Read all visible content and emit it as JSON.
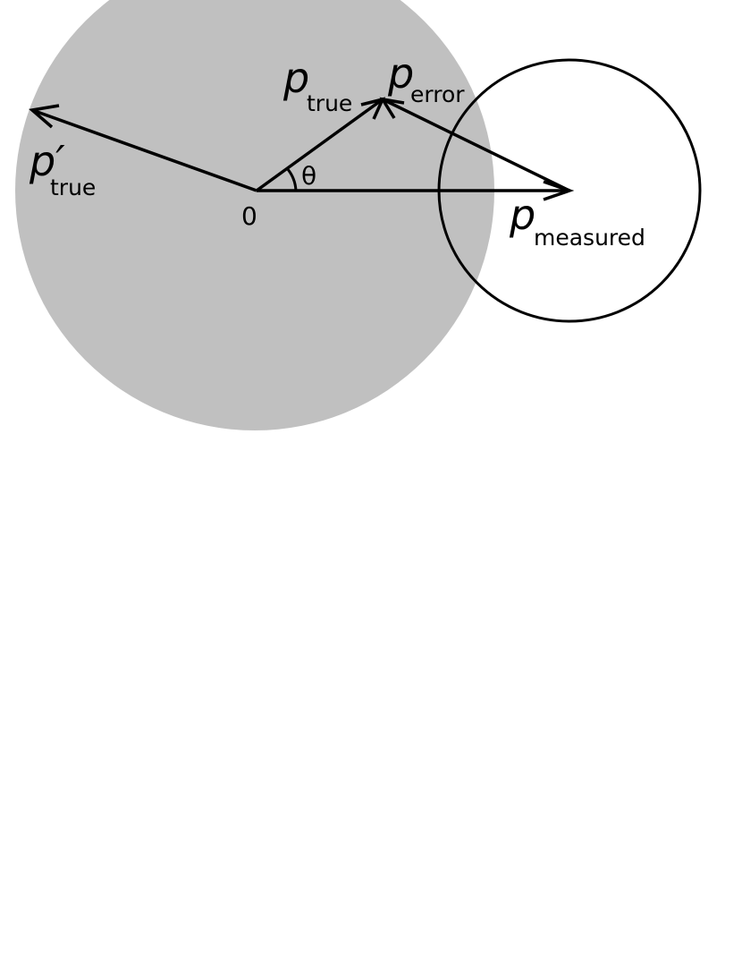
{
  "colors": {
    "region_fill": "#c0c0c0",
    "stroke": "#000000",
    "background": "#ffffff"
  },
  "labels": {
    "p_true": {
      "main": "p",
      "sub": "true"
    },
    "p_true_prime": {
      "main": "p′",
      "sub": "true"
    },
    "p_error": {
      "main": "p",
      "sub": "error"
    },
    "p_measured": {
      "main": "p",
      "sub": "measured"
    },
    "origin": "0",
    "angle": "θ"
  }
}
